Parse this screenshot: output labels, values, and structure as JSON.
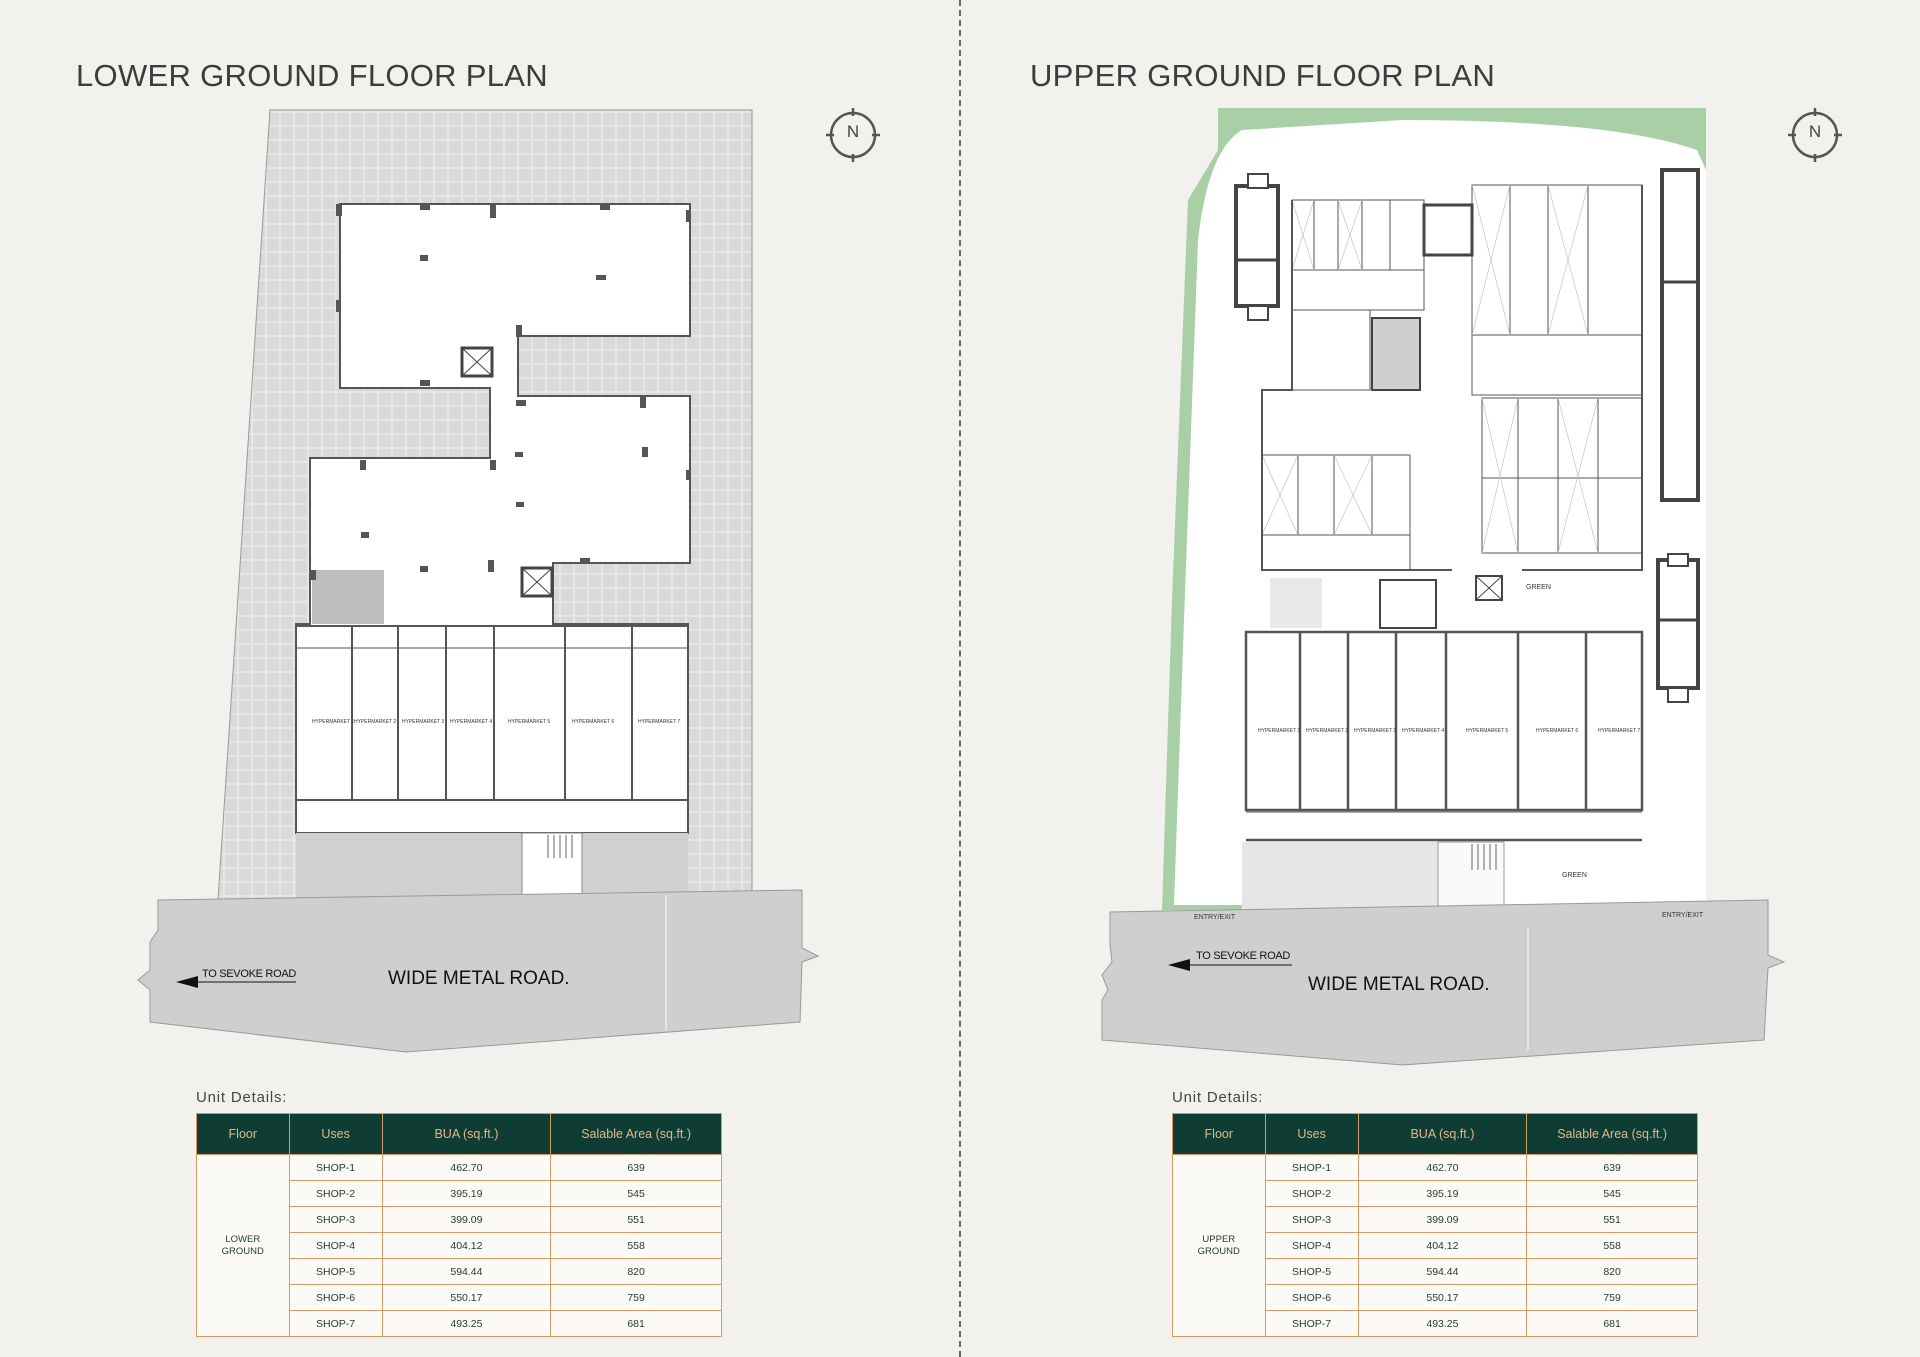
{
  "left_panel": {
    "title": "LOWER GROUND FLOOR PLAN",
    "compass_label": "N",
    "road_label": "WIDE METAL ROAD.",
    "road_direction": "TO SEVOKE ROAD",
    "unit_details_caption": "Unit Details:",
    "table": {
      "headers": [
        "Floor",
        "Uses",
        "BUA (sq.ft.)",
        "Salable Area (sq.ft.)"
      ],
      "floor": "LOWER GROUND",
      "rows": [
        {
          "use": "SHOP-1",
          "bua": "462.70",
          "salable": "639"
        },
        {
          "use": "SHOP-2",
          "bua": "395.19",
          "salable": "545"
        },
        {
          "use": "SHOP-3",
          "bua": "399.09",
          "salable": "551"
        },
        {
          "use": "SHOP-4",
          "bua": "404.12",
          "salable": "558"
        },
        {
          "use": "SHOP-5",
          "bua": "594.44",
          "salable": "820"
        },
        {
          "use": "SHOP-6",
          "bua": "550.17",
          "salable": "759"
        },
        {
          "use": "SHOP-7",
          "bua": "493.25",
          "salable": "681"
        }
      ]
    }
  },
  "right_panel": {
    "title": "UPPER GROUND FLOOR PLAN",
    "compass_label": "N",
    "road_label": "WIDE METAL ROAD.",
    "road_direction": "TO SEVOKE ROAD",
    "unit_details_caption": "Unit Details:",
    "plan_labels": {
      "green_1": "GREEN",
      "green_2": "GREEN",
      "entry_exit_1": "ENTRY/EXIT",
      "entry_exit_2": "ENTRY/EXIT"
    },
    "table": {
      "headers": [
        "Floor",
        "Uses",
        "BUA (sq.ft.)",
        "Salable Area (sq.ft.)"
      ],
      "floor": "UPPER GROUND",
      "rows": [
        {
          "use": "SHOP-1",
          "bua": "462.70",
          "salable": "639"
        },
        {
          "use": "SHOP-2",
          "bua": "395.19",
          "salable": "545"
        },
        {
          "use": "SHOP-3",
          "bua": "399.09",
          "salable": "551"
        },
        {
          "use": "SHOP-4",
          "bua": "404.12",
          "salable": "558"
        },
        {
          "use": "SHOP-5",
          "bua": "594.44",
          "salable": "820"
        },
        {
          "use": "SHOP-6",
          "bua": "550.17",
          "salable": "759"
        },
        {
          "use": "SHOP-7",
          "bua": "493.25",
          "salable": "681"
        }
      ]
    }
  },
  "colors": {
    "background": "#f2f1ed",
    "table_header": "#0f3d33",
    "table_header_text": "#e0b98a",
    "table_border": "#d79a64",
    "green_area": "#a9cfa6",
    "paving": "#d8d8d8",
    "road": "#cfcfcf"
  },
  "icons": [
    "compass-icon",
    "arrow-left-icon"
  ]
}
